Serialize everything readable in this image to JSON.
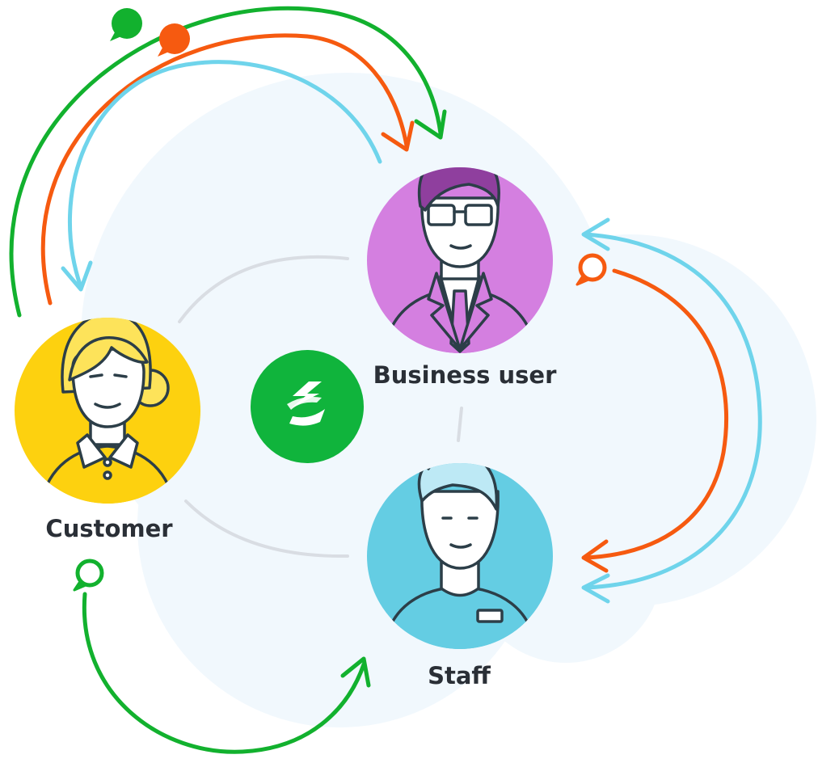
{
  "nodes": {
    "customer": {
      "label": "Customer",
      "color": "#fdd10f"
    },
    "business_user": {
      "label": "Business user",
      "color": "#d47fe0"
    },
    "staff": {
      "label": "Staff",
      "color": "#64cde3"
    },
    "hub": {
      "icon": "lightning-logo-icon",
      "color": "#10b43c"
    }
  },
  "palette": {
    "green": "#12b12e",
    "orange": "#f65a10",
    "light_blue": "#6fd4eb",
    "background_blob": "#f1f8fd",
    "connector": "#d9dde3",
    "outline": "#2c3e48"
  },
  "flows": [
    {
      "from": "customer",
      "to": "business_user",
      "color": "green",
      "icon": "chat-bubble-filled-icon"
    },
    {
      "from": "customer",
      "to": "business_user",
      "color": "orange",
      "icon": "chat-bubble-filled-icon"
    },
    {
      "from": "business_user",
      "to": "customer",
      "color": "light_blue"
    },
    {
      "from": "business_user",
      "to": "staff",
      "color": "orange",
      "icon": "chat-bubble-outline-icon"
    },
    {
      "from": "staff",
      "to": "business_user",
      "color": "light_blue"
    },
    {
      "from": "customer",
      "to": "staff",
      "color": "green",
      "icon": "chat-bubble-outline-icon"
    }
  ]
}
